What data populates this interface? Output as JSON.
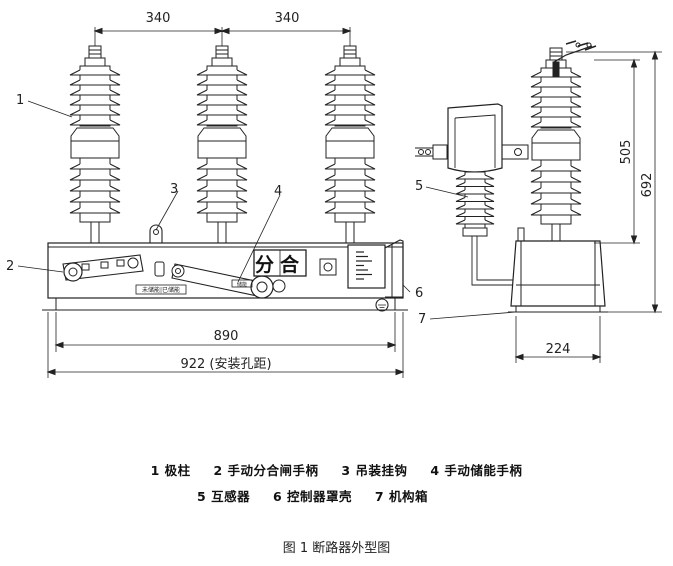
{
  "dimensions": {
    "pole_spacing_1": "340",
    "pole_spacing_2": "340",
    "width_890": "890",
    "mount_hole": "922 (安装孔距)",
    "side_width": "224",
    "height_505": "505",
    "height_692": "692"
  },
  "callouts": [
    "1",
    "2",
    "3",
    "4",
    "5",
    "6",
    "7"
  ],
  "panel": {
    "sign": "分合",
    "label_left": "未储能|已储能",
    "label_right": "储能"
  },
  "legend": {
    "row1": [
      "1  极柱",
      "2  手动分合闸手柄",
      "3  吊装挂钩",
      "4  手动储能手柄"
    ],
    "row2": [
      "5  互感器",
      "6  控制器罩壳",
      "7  机构箱"
    ]
  },
  "caption": "图 1   断路器外型图"
}
